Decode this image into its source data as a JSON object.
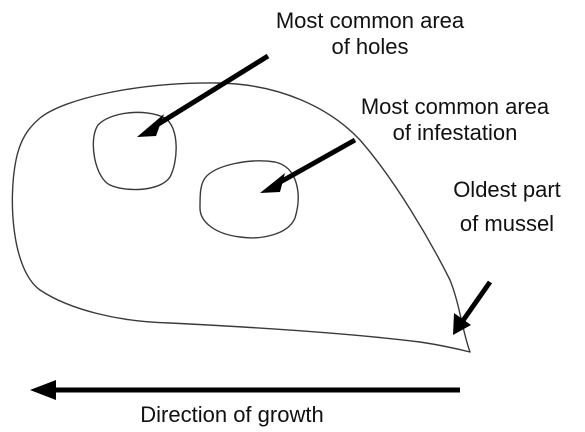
{
  "labels": {
    "holes": [
      "Most common area",
      "of holes"
    ],
    "infestation": [
      "Most common area",
      "of infestation"
    ],
    "oldest": [
      "Oldest part",
      "of mussel"
    ],
    "growth": "Direction of growth"
  },
  "colors": {
    "outline": "#3a3a3a",
    "arrow": "#000000",
    "text": "#111111"
  }
}
